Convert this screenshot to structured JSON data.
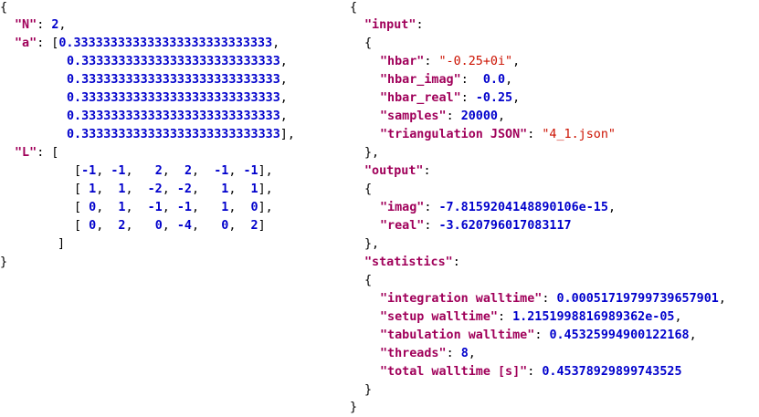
{
  "colors": {
    "key": "#a0005a",
    "number": "#0000cc",
    "string": "#cc1100",
    "punct": "#000000"
  },
  "left": {
    "N": {
      "key": "\"N\"",
      "value": "2"
    },
    "a": {
      "key": "\"a\"",
      "values": [
        "0.333333333333333333333333333",
        "0.333333333333333333333333333",
        "0.333333333333333333333333333",
        "0.333333333333333333333333333",
        "0.333333333333333333333333333",
        "0.333333333333333333333333333"
      ]
    },
    "L": {
      "key": "\"L\"",
      "rows": [
        [
          "-1",
          "-1",
          "2",
          "2",
          "-1",
          "-1"
        ],
        [
          "1",
          "1",
          "-2",
          "-2",
          "1",
          "1"
        ],
        [
          "0",
          "1",
          "-1",
          "-1",
          "1",
          "0"
        ],
        [
          "0",
          "2",
          "0",
          "-4",
          "0",
          "2"
        ]
      ]
    }
  },
  "right": {
    "input": {
      "key": "\"input\"",
      "hbar": {
        "key": "\"hbar\"",
        "value": "\"-0.25+0i\""
      },
      "hbar_imag": {
        "key": "\"hbar_imag\"",
        "value": "0.0"
      },
      "hbar_real": {
        "key": "\"hbar_real\"",
        "value": "-0.25"
      },
      "samples": {
        "key": "\"samples\"",
        "value": "20000"
      },
      "triangulation": {
        "key": "\"triangulation JSON\"",
        "value": "\"4_1.json\""
      }
    },
    "output": {
      "key": "\"output\"",
      "imag": {
        "key": "\"imag\"",
        "value": "-7.8159204148890106e-15"
      },
      "real": {
        "key": "\"real\"",
        "value": "-3.620796017083117"
      }
    },
    "statistics": {
      "key": "\"statistics\"",
      "integration": {
        "key": "\"integration walltime\"",
        "value": "0.00051719799739657901"
      },
      "setup": {
        "key": "\"setup walltime\"",
        "value": "1.2151998816989362e-05"
      },
      "tabulation": {
        "key": "\"tabulation walltime\"",
        "value": "0.45325994900122168"
      },
      "threads": {
        "key": "\"threads\"",
        "value": "8"
      },
      "total": {
        "key": "\"total walltime [s]\"",
        "value": "0.45378929899743525"
      }
    }
  }
}
